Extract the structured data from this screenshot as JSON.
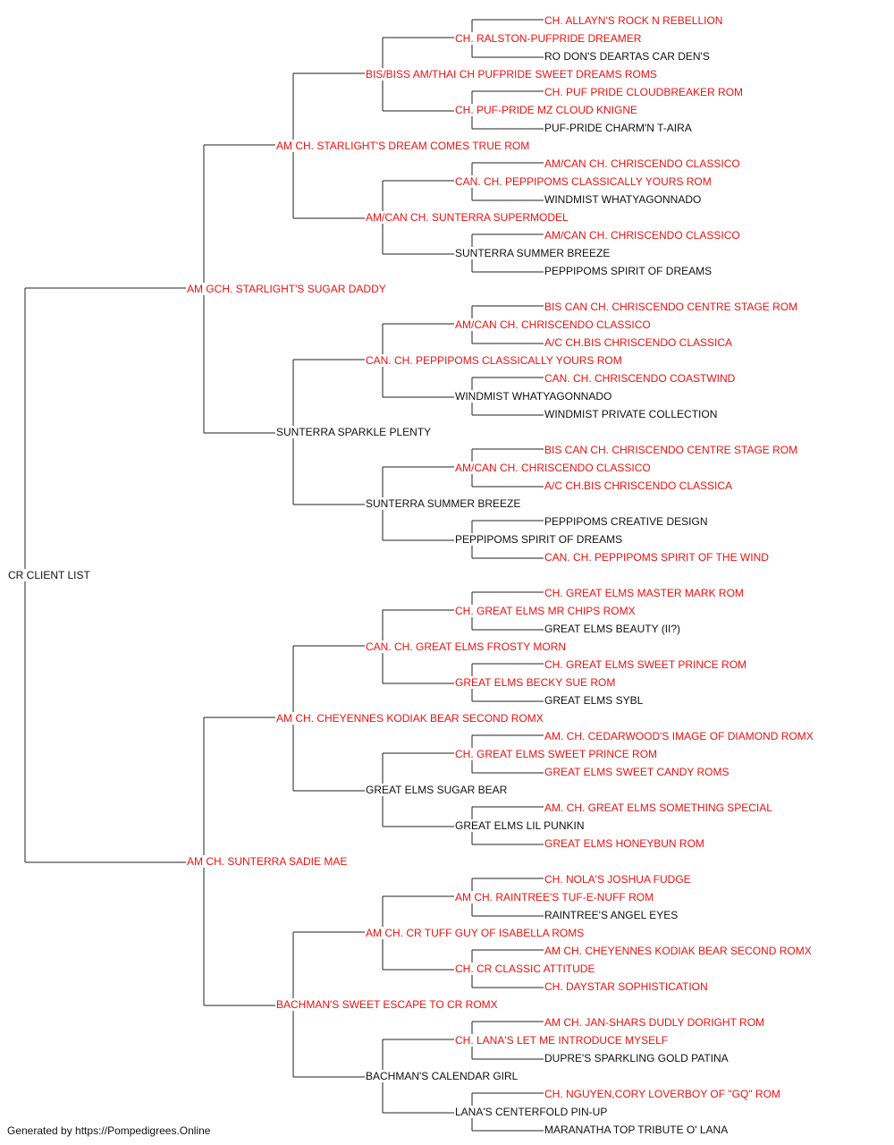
{
  "root": {
    "name": "CR CLIENT LIST",
    "champion": false
  },
  "sire": {
    "name": "AM GCH. STARLIGHT'S SUGAR DADDY",
    "champion": true
  },
  "dam": {
    "name": "AM CH. SUNTERRA SADIE MAE",
    "champion": true
  },
  "g2": [
    {
      "name": "AM CH. STARLIGHT'S DREAM COMES TRUE ROM",
      "champion": true
    },
    {
      "name": "SUNTERRA SPARKLE PLENTY",
      "champion": false
    },
    {
      "name": "AM CH. CHEYENNES KODIAK BEAR SECOND ROMX",
      "champion": true
    },
    {
      "name": "BACHMAN'S SWEET ESCAPE TO CR ROMX",
      "champion": true
    }
  ],
  "g3": [
    {
      "name": "BIS/BISS AM/THAI CH PUFPRIDE SWEET DREAMS ROMS",
      "champion": true
    },
    {
      "name": "AM/CAN CH. SUNTERRA SUPERMODEL",
      "champion": true
    },
    {
      "name": "CAN. CH. PEPPIPOMS CLASSICALLY YOURS ROM",
      "champion": true
    },
    {
      "name": "SUNTERRA SUMMER BREEZE",
      "champion": false
    },
    {
      "name": "CAN. CH. GREAT ELMS FROSTY MORN",
      "champion": true
    },
    {
      "name": "GREAT ELMS SUGAR BEAR",
      "champion": false
    },
    {
      "name": "AM CH. CR TUFF GUY OF ISABELLA ROMS",
      "champion": true
    },
    {
      "name": "BACHMAN'S CALENDAR GIRL",
      "champion": false
    }
  ],
  "g4": [
    {
      "name": "CH. RALSTON-PUFPRIDE DREAMER",
      "champion": true
    },
    {
      "name": "CH. PUF-PRIDE MZ CLOUD KNIGNE",
      "champion": true
    },
    {
      "name": "CAN. CH. PEPPIPOMS CLASSICALLY YOURS ROM",
      "champion": true
    },
    {
      "name": "SUNTERRA SUMMER BREEZE",
      "champion": false
    },
    {
      "name": "AM/CAN CH. CHRISCENDO CLASSICO",
      "champion": true
    },
    {
      "name": "WINDMIST WHATYAGONNADO",
      "champion": false
    },
    {
      "name": "AM/CAN CH. CHRISCENDO CLASSICO",
      "champion": true
    },
    {
      "name": "PEPPIPOMS SPIRIT OF DREAMS",
      "champion": false
    },
    {
      "name": "CH. GREAT ELMS MR CHIPS ROMX",
      "champion": true
    },
    {
      "name": "GREAT ELMS BECKY SUE ROM",
      "champion": true
    },
    {
      "name": "CH. GREAT ELMS SWEET PRINCE ROM",
      "champion": true
    },
    {
      "name": "GREAT ELMS LIL PUNKIN",
      "champion": false
    },
    {
      "name": "AM CH. RAINTREE'S TUF-E-NUFF ROM",
      "champion": true
    },
    {
      "name": "CH. CR CLASSIC ATTITUDE",
      "champion": true
    },
    {
      "name": "CH. LANA'S LET ME INTRODUCE MYSELF",
      "champion": true
    },
    {
      "name": "LANA'S CENTERFOLD PIN-UP",
      "champion": false
    }
  ],
  "g5": [
    {
      "name": "CH. ALLAYN'S ROCK N REBELLION",
      "champion": true
    },
    {
      "name": "RO DON'S DEARTAS CAR DEN'S",
      "champion": false
    },
    {
      "name": "CH. PUF PRIDE CLOUDBREAKER ROM",
      "champion": true
    },
    {
      "name": "PUF-PRIDE CHARM'N T-AIRA",
      "champion": false
    },
    {
      "name": "AM/CAN CH. CHRISCENDO CLASSICO",
      "champion": true
    },
    {
      "name": "WINDMIST WHATYAGONNADO",
      "champion": false
    },
    {
      "name": "AM/CAN CH. CHRISCENDO CLASSICO",
      "champion": true
    },
    {
      "name": "PEPPIPOMS SPIRIT OF DREAMS",
      "champion": false
    },
    {
      "name": "BIS CAN CH. CHRISCENDO CENTRE STAGE ROM",
      "champion": true
    },
    {
      "name": "A/C CH.BIS CHRISCENDO CLASSICA",
      "champion": true
    },
    {
      "name": "CAN. CH. CHRISCENDO COASTWIND",
      "champion": true
    },
    {
      "name": "WINDMIST PRIVATE COLLECTION",
      "champion": false
    },
    {
      "name": "BIS CAN CH. CHRISCENDO CENTRE STAGE ROM",
      "champion": true
    },
    {
      "name": "A/C CH.BIS CHRISCENDO CLASSICA",
      "champion": true
    },
    {
      "name": "PEPPIPOMS CREATIVE DESIGN",
      "champion": false
    },
    {
      "name": "CAN. CH. PEPPIPOMS SPIRIT OF THE WIND",
      "champion": true
    },
    {
      "name": "CH. GREAT ELMS MASTER MARK ROM",
      "champion": true
    },
    {
      "name": "GREAT ELMS BEAUTY (II?)",
      "champion": false
    },
    {
      "name": "CH. GREAT ELMS SWEET PRINCE ROM",
      "champion": true
    },
    {
      "name": "GREAT ELMS SYBL",
      "champion": false
    },
    {
      "name": "AM. CH. CEDARWOOD'S IMAGE OF DIAMOND ROMX",
      "champion": true
    },
    {
      "name": "GREAT ELMS SWEET CANDY ROMS",
      "champion": true
    },
    {
      "name": "AM. CH. GREAT ELMS SOMETHING SPECIAL",
      "champion": true
    },
    {
      "name": "GREAT ELMS HONEYBUN ROM",
      "champion": true
    },
    {
      "name": "CH. NOLA'S JOSHUA FUDGE",
      "champion": true
    },
    {
      "name": "RAINTREE'S ANGEL EYES",
      "champion": false
    },
    {
      "name": "AM CH. CHEYENNES KODIAK BEAR SECOND ROMX",
      "champion": true
    },
    {
      "name": "CH. DAYSTAR SOPHISTICATION",
      "champion": true
    },
    {
      "name": "AM CH. JAN-SHARS DUDLY DORIGHT ROM",
      "champion": true
    },
    {
      "name": "DUPRE'S SPARKLING GOLD PATINA",
      "champion": false
    },
    {
      "name": "CH. NGUYEN,CORY LOVERBOY OF \"GQ\" ROM",
      "champion": true
    },
    {
      "name": "MARANATHA TOP TRIBUTE O' LANA",
      "champion": false
    }
  ],
  "footer": "Generated by https://Pompedigrees.Online",
  "colors": {
    "champion": "#ee1111",
    "plain": "#111111",
    "line": "#222222"
  }
}
